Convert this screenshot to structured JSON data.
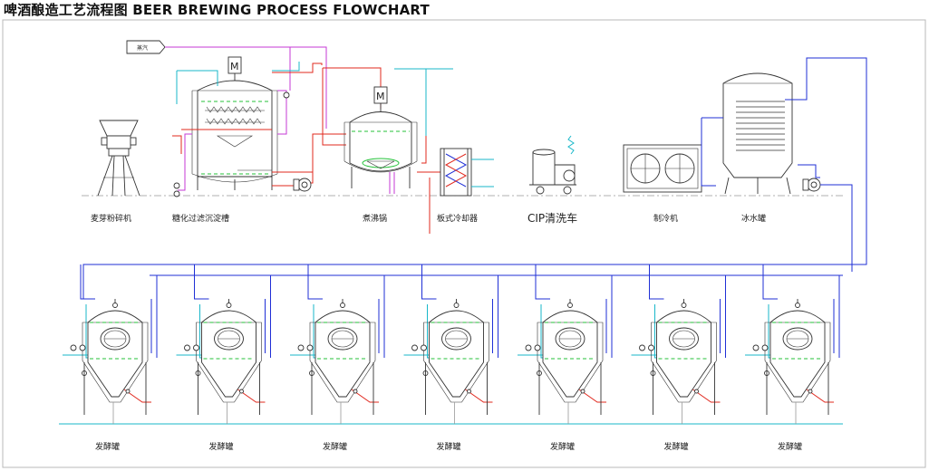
{
  "title": "啤酒酿造工艺流程图 BEER BREWING PROCESS FLOWCHART",
  "steam_label": "蒸汽",
  "equipment": {
    "malt_mill": "麦芽粉碎机",
    "mash_lauter_tank": "糖化过滤沉淀槽",
    "boiling_kettle": "煮沸锅",
    "plate_cooler": "板式冷却器",
    "cip_cart": "CIP清洗车",
    "chiller": "制冷机",
    "ice_water_tank": "冰水罐"
  },
  "agitator_symbol": "M",
  "fermenters": [
    {
      "label": "发酵罐"
    },
    {
      "label": "发酵罐"
    },
    {
      "label": "发酵罐"
    },
    {
      "label": "发酵罐"
    },
    {
      "label": "发酵罐"
    },
    {
      "label": "发酵罐"
    },
    {
      "label": "发酵罐"
    }
  ],
  "colors": {
    "frame": "#b8b8b8",
    "ice_water_line": "#1f2fd6",
    "hot_line": "#e0281e",
    "cold_water_line": "#18b7c9",
    "steam_line": "#c63ad6",
    "level_line": "#25c23a"
  }
}
